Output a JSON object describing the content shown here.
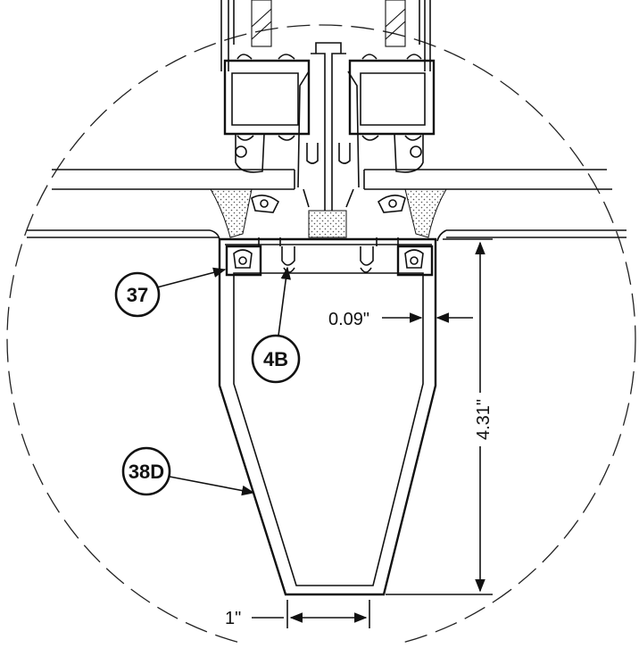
{
  "callouts": {
    "c37": "37",
    "c4b": "4B",
    "c38d": "38D"
  },
  "dimensions": {
    "wall": "0.09\"",
    "depth": "4.31\"",
    "width": "1\""
  }
}
